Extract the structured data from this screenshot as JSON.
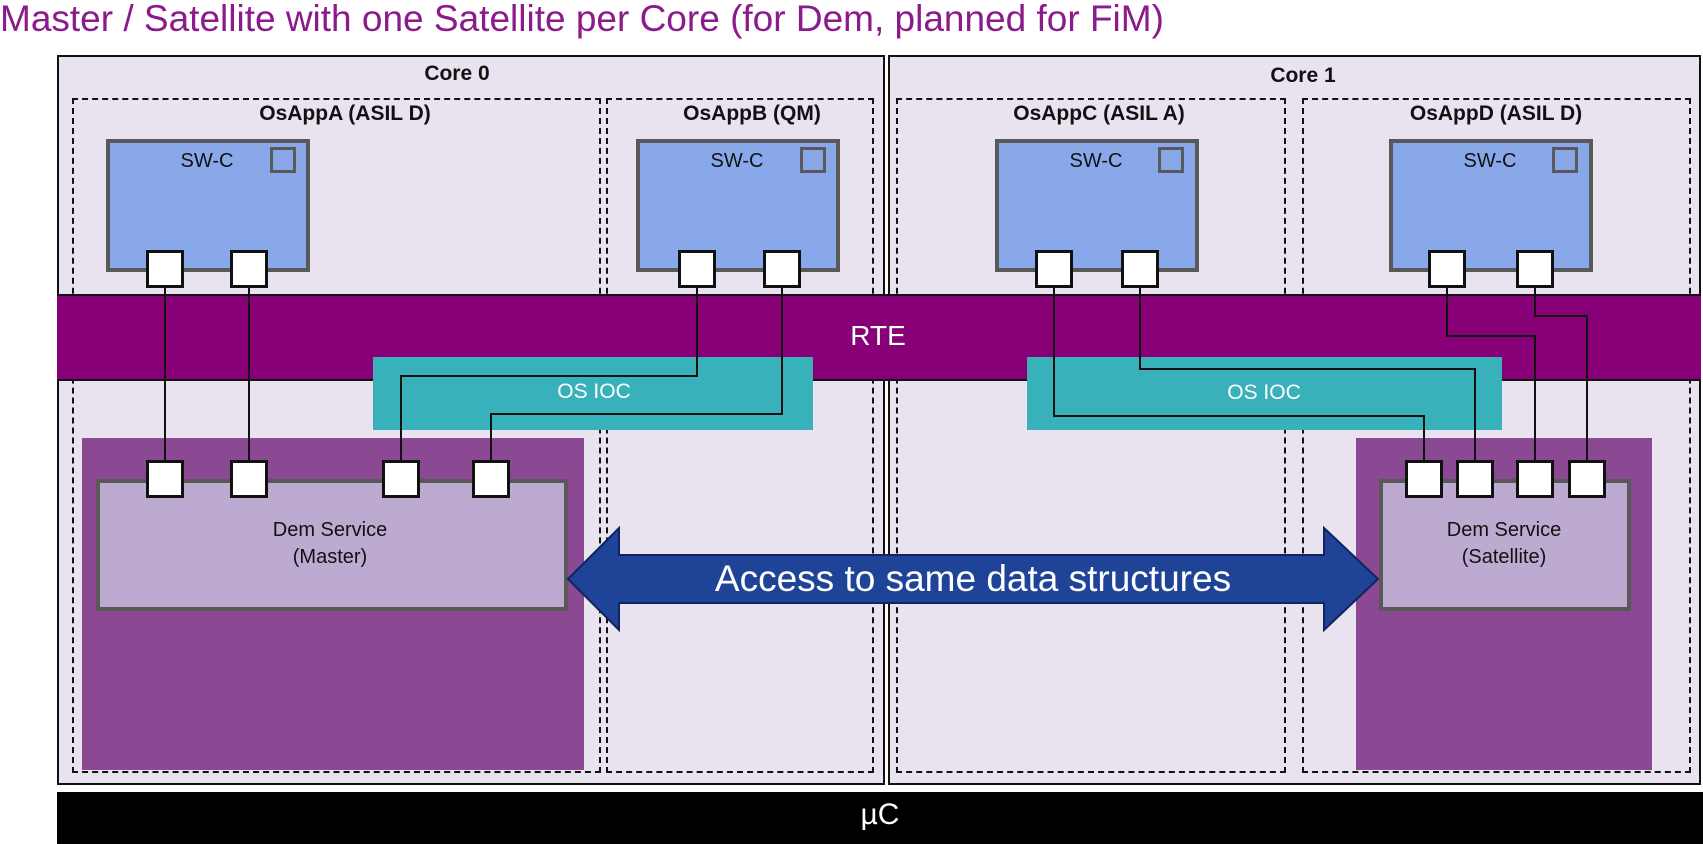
{
  "title": "Master / Satellite with one Satellite per Core (for Dem, planned for FiM)",
  "cores": [
    {
      "label": "Core 0"
    },
    {
      "label": "Core 1"
    }
  ],
  "osapps": [
    {
      "label": "OsAppA (ASIL D)"
    },
    {
      "label": "OsAppB (QM)"
    },
    {
      "label": "OsAppC (ASIL A)"
    },
    {
      "label": "OsAppD (ASIL D)"
    }
  ],
  "swc": [
    {
      "label": "SW-C"
    },
    {
      "label": "SW-C"
    },
    {
      "label": "SW-C"
    },
    {
      "label": "SW-C"
    }
  ],
  "rte": {
    "label": "RTE"
  },
  "ioc": [
    {
      "label": "OS IOC"
    },
    {
      "label": "OS IOC"
    }
  ],
  "dem": [
    {
      "line1": "Dem Service",
      "line2": "(Master)"
    },
    {
      "line1": "Dem Service",
      "line2": "(Satellite)"
    }
  ],
  "arrow": {
    "label": "Access to same data structures"
  },
  "uc": {
    "label": "µC"
  },
  "colors": {
    "title": "#8b1a8b",
    "rte": "#880078",
    "ioc": "#38b1bb",
    "swc": "#89a8ea",
    "dem_outer": "#8b4993",
    "dem_inner": "#bcaad0",
    "arrow": "#1f4497",
    "core_bg": "#e8e3ef"
  }
}
